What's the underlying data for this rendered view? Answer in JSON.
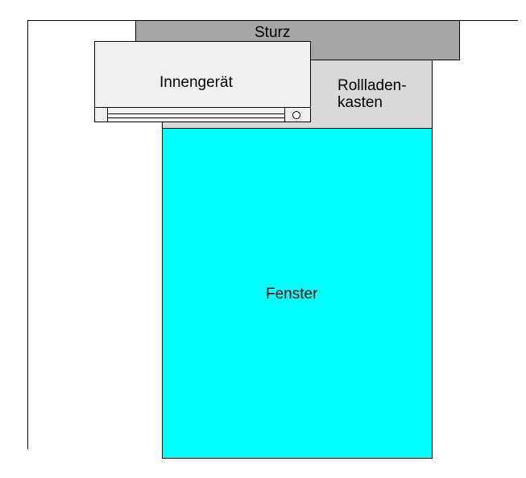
{
  "labels": {
    "sturz": "Sturz",
    "rollladen_line1": "Rollladen-",
    "rollladen_line2": "kasten",
    "fenster": "Fenster",
    "innengeraet": "Innengerät"
  },
  "colors": {
    "sturz_fill": "#a6a6a6",
    "rollladen_fill": "#d9d9d9",
    "fenster_fill": "#00ffff",
    "innengeraet_fill": "#f0f0f0",
    "stroke": "#000000"
  }
}
